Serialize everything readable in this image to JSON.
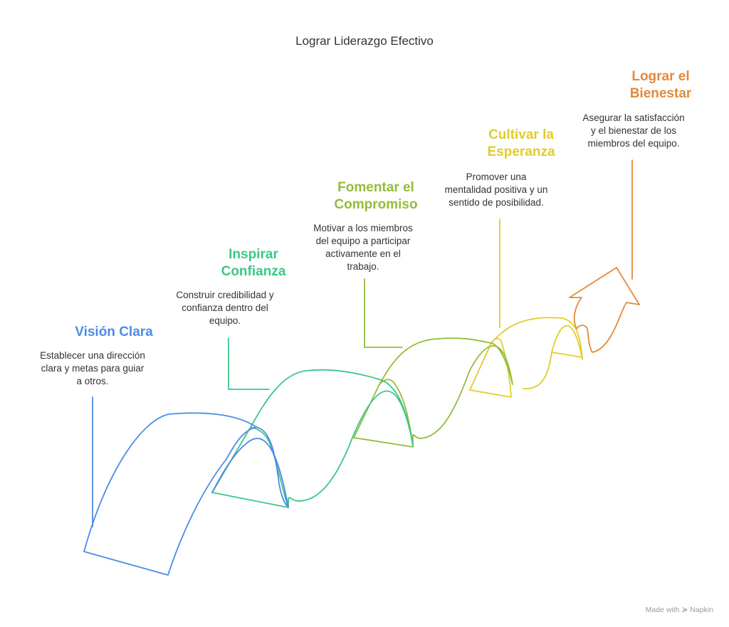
{
  "title": "Lograr Liderazgo Efectivo",
  "steps": [
    {
      "title_line1": "Visión Clara",
      "title_line2": "",
      "desc": [
        "Establecer una dirección",
        "clara y metas para guiar",
        "a otros."
      ],
      "color": "#4d8be6"
    },
    {
      "title_line1": "Inspirar",
      "title_line2": "Confianza",
      "desc": [
        "Construir credibilidad y",
        "confianza dentro del",
        "equipo."
      ],
      "color": "#3cc688"
    },
    {
      "title_line1": "Fomentar el",
      "title_line2": "Compromiso",
      "desc": [
        "Motivar a los miembros",
        "del equipo a participar",
        "activamente en el",
        "trabajo."
      ],
      "color": "#92bd3a"
    },
    {
      "title_line1": "Cultivar la",
      "title_line2": "Esperanza",
      "desc": [
        "Promover una",
        "mentalidad positiva y un",
        "sentido de posibilidad."
      ],
      "color": "#e2cc2c"
    },
    {
      "title_line1": "Lograr el",
      "title_line2": "Bienestar",
      "desc": [
        "Asegurar la satisfacción",
        "y el bienestar de los",
        "miembros del equipo."
      ],
      "color": "#e28a3a"
    }
  ],
  "footer": {
    "prefix": "Made with",
    "brand": "Napkin",
    "mark": "≽"
  }
}
